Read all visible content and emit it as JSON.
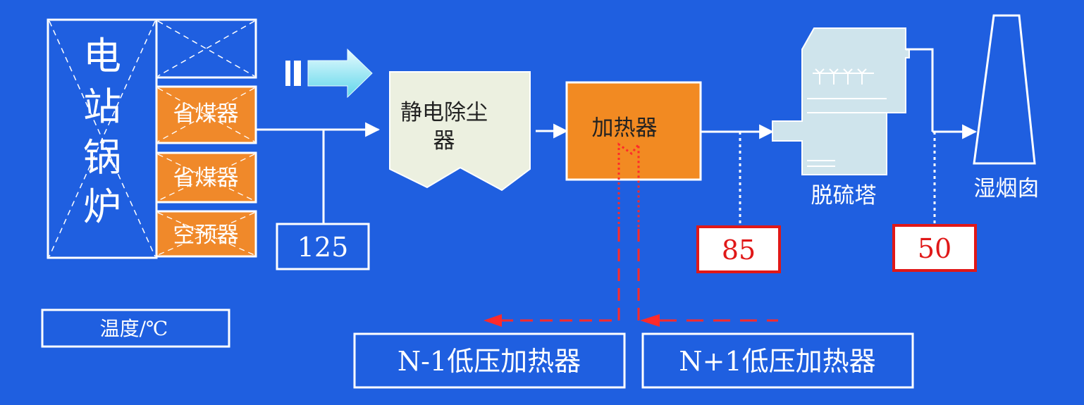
{
  "boiler": {
    "label_chars": [
      "电",
      "站",
      "锅",
      "炉"
    ],
    "sections": [
      {
        "label": "省煤器"
      },
      {
        "label": "省煤器"
      },
      {
        "label": "空预器"
      }
    ]
  },
  "esp": {
    "label_line1": "静电除尘",
    "label_line2": "器"
  },
  "heater": {
    "label": "加热器"
  },
  "tower": {
    "label": "脱硫塔"
  },
  "chimney": {
    "label": "湿烟囱"
  },
  "temperatures": {
    "after_air_preheater": "125",
    "after_heater": "85",
    "after_tower": "50"
  },
  "legend": {
    "label": "温度/℃"
  },
  "heaters_low_pressure": {
    "n_minus_1": "N-1低压加热器",
    "n_plus_1": "N+1低压加热器"
  },
  "colors": {
    "background": "#1f5fe0",
    "line": "#ffffff",
    "section_fill": "#f0892a",
    "heater_fill": "#f28a22",
    "esp_fill": "#ecf0e0",
    "tower_fill": "#cfe4ec",
    "dashed_pipe": "#ff2a2a"
  }
}
